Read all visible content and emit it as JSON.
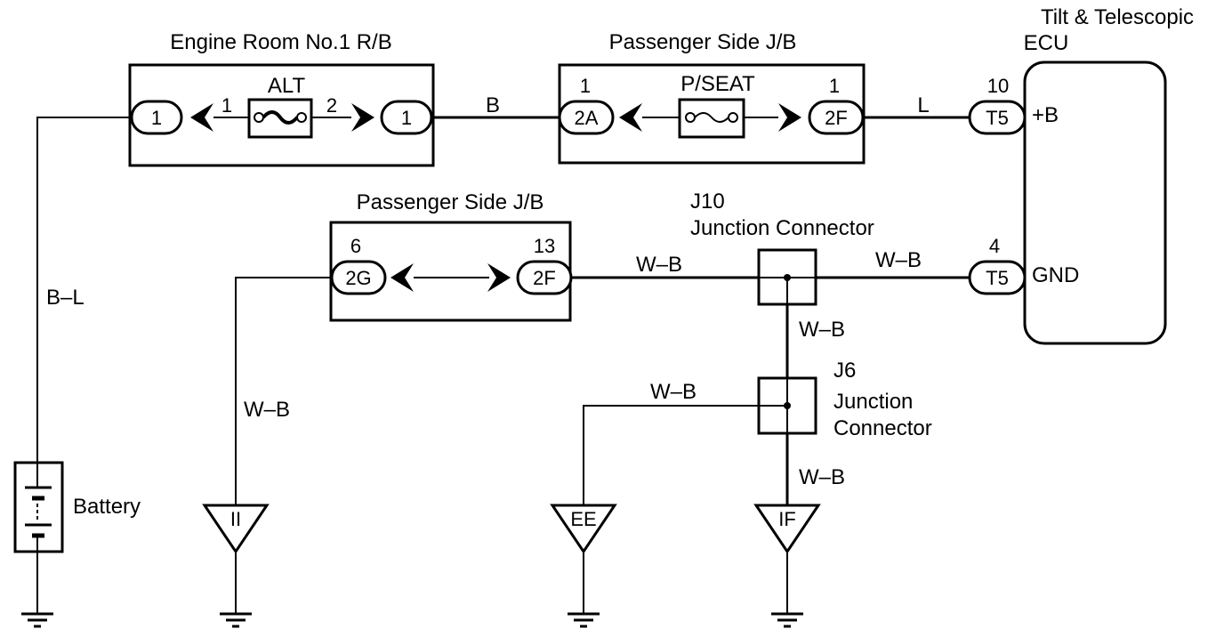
{
  "components": {
    "engine_room_rb": {
      "title": "Engine Room No.1 R/B",
      "fuse": "ALT",
      "left_pin_num": "1",
      "right_pin_num": "2",
      "left_conn": "1",
      "right_conn": "1"
    },
    "passenger_jb_top": {
      "title": "Passenger Side J/B",
      "fuse": "P/SEAT",
      "left_pin_num": "1",
      "right_pin_num": "1",
      "left_conn": "2A",
      "right_conn": "2F"
    },
    "passenger_jb_mid": {
      "title": "Passenger Side J/B",
      "left_pin_num": "6",
      "right_pin_num": "13",
      "left_conn": "2G",
      "right_conn": "2F"
    },
    "ecu": {
      "title_line1": "Tilt & Telescopic",
      "title_line2": "ECU",
      "pin_b_num": "10",
      "pin_b_conn": "T5",
      "pin_b_label": "+B",
      "pin_gnd_num": "4",
      "pin_gnd_conn": "T5",
      "pin_gnd_label": "GND"
    },
    "j10": {
      "line1": "J10",
      "line2": "Junction Connector"
    },
    "j6": {
      "line1": "J6",
      "line2": "Junction",
      "line3": "Connector"
    },
    "battery": {
      "label": "Battery"
    }
  },
  "wires": {
    "b_l": "B–L",
    "b": "B",
    "l": "L",
    "wb_mid_left": "W–B",
    "wb_mid_right": "W–B",
    "wb_j10_down": "W–B",
    "wb_left_down": "W–B",
    "wb_ee": "W–B",
    "wb_if": "W–B"
  },
  "grounds": {
    "ii": "II",
    "ee": "EE",
    "if": "IF"
  }
}
